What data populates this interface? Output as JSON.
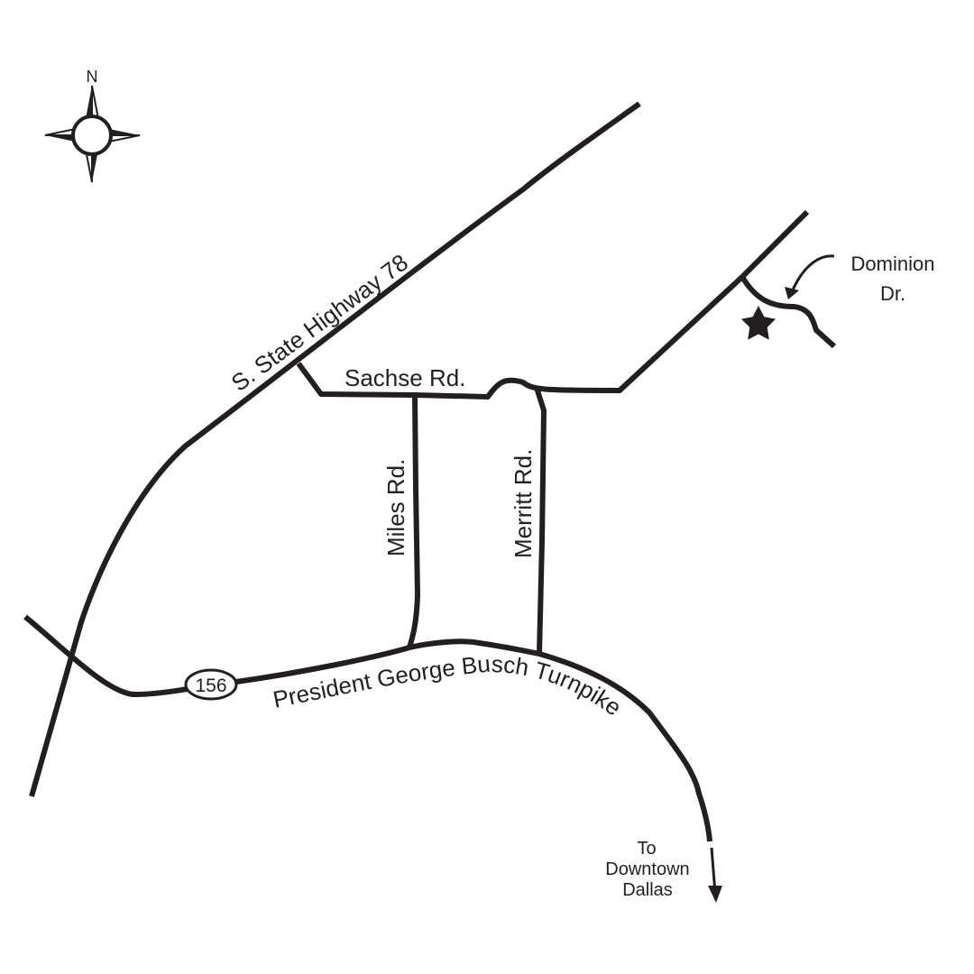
{
  "map": {
    "compass": {
      "north_label": "N"
    },
    "roads": {
      "highway_78": "S. State Highway 78",
      "sachse": "Sachse Rd.",
      "miles": "Miles Rd.",
      "merritt": "Merritt Rd.",
      "turnpike": "President George Busch Turnpike",
      "route_number": "156",
      "dominion_line1": "Dominion",
      "dominion_line2": "Dr."
    },
    "directions": {
      "line1": "To",
      "line2": "Downtown",
      "line3": "Dallas"
    },
    "colors": {
      "ink": "#231f20",
      "background": "#ffffff"
    },
    "icons": [
      "compass-rose-icon",
      "star-icon",
      "arrow-icon"
    ]
  }
}
